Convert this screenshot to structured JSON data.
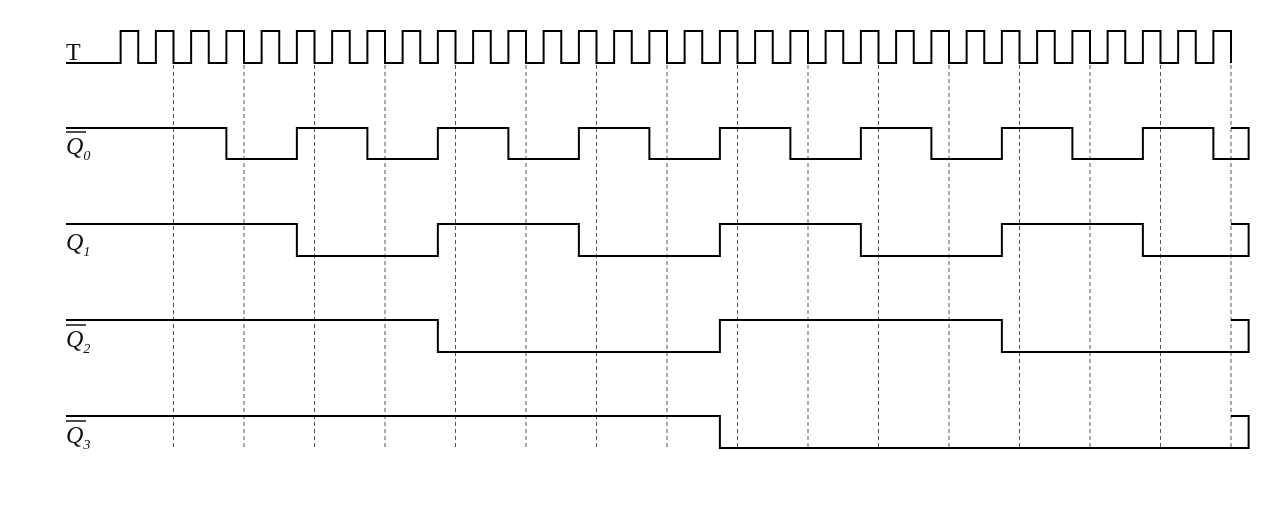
{
  "diagram": {
    "clock": {
      "label": "T",
      "bits": [
        0,
        1,
        0,
        1,
        0,
        1,
        0,
        1,
        0,
        1,
        0,
        1,
        0,
        1,
        0,
        1,
        0,
        1,
        0,
        1,
        0,
        1,
        0,
        1,
        0,
        1,
        0,
        1,
        0,
        1,
        0,
        1,
        0,
        1,
        0,
        1,
        0,
        1,
        0,
        1,
        0,
        1,
        0,
        1,
        0,
        1,
        0,
        1,
        0,
        1,
        0,
        1,
        0,
        1,
        0,
        1,
        0,
        1,
        0,
        1,
        0,
        1,
        0,
        1,
        0,
        0
      ]
    },
    "signals": [
      {
        "id": "q0",
        "label": "Q",
        "sub": "0",
        "overline": true,
        "bits": [
          1,
          1,
          1,
          1,
          1,
          1,
          1,
          0,
          0,
          0,
          0,
          1,
          1,
          1,
          1,
          0,
          0,
          0,
          0,
          1,
          1,
          1,
          1,
          0,
          0,
          0,
          0,
          1,
          1,
          1,
          1,
          0,
          0,
          0,
          0,
          1,
          1,
          1,
          1,
          0,
          0,
          0,
          0,
          1,
          1,
          1,
          1,
          0,
          0,
          0,
          0,
          1,
          1,
          1,
          1,
          0,
          0,
          0,
          0,
          1,
          1,
          1,
          1,
          0,
          0,
          1
        ]
      },
      {
        "id": "q1",
        "label": "Q",
        "sub": "1",
        "overline": false,
        "bits": [
          1,
          1,
          1,
          1,
          1,
          1,
          1,
          1,
          1,
          1,
          1,
          0,
          0,
          0,
          0,
          0,
          0,
          0,
          0,
          1,
          1,
          1,
          1,
          1,
          1,
          1,
          1,
          0,
          0,
          0,
          0,
          0,
          0,
          0,
          0,
          1,
          1,
          1,
          1,
          1,
          1,
          1,
          1,
          0,
          0,
          0,
          0,
          0,
          0,
          0,
          0,
          1,
          1,
          1,
          1,
          1,
          1,
          1,
          1,
          0,
          0,
          0,
          0,
          0,
          0,
          1
        ]
      },
      {
        "id": "q2",
        "label": "Q",
        "sub": "2",
        "overline": true,
        "bits": [
          1,
          1,
          1,
          1,
          1,
          1,
          1,
          1,
          1,
          1,
          1,
          1,
          1,
          1,
          1,
          1,
          1,
          1,
          1,
          0,
          0,
          0,
          0,
          0,
          0,
          0,
          0,
          0,
          0,
          0,
          0,
          0,
          0,
          0,
          0,
          1,
          1,
          1,
          1,
          1,
          1,
          1,
          1,
          1,
          1,
          1,
          1,
          1,
          1,
          1,
          1,
          0,
          0,
          0,
          0,
          0,
          0,
          0,
          0,
          0,
          0,
          0,
          0,
          0,
          0,
          1
        ]
      },
      {
        "id": "q3",
        "label": "Q",
        "sub": "3",
        "overline": true,
        "bits": [
          1,
          1,
          1,
          1,
          1,
          1,
          1,
          1,
          1,
          1,
          1,
          1,
          1,
          1,
          1,
          1,
          1,
          1,
          1,
          1,
          1,
          1,
          1,
          1,
          1,
          1,
          1,
          1,
          1,
          1,
          1,
          1,
          1,
          1,
          1,
          0,
          0,
          0,
          0,
          0,
          0,
          0,
          0,
          0,
          0,
          0,
          0,
          0,
          0,
          0,
          0,
          0,
          0,
          0,
          0,
          0,
          0,
          0,
          0,
          0,
          0,
          0,
          0,
          0,
          0,
          1
        ]
      }
    ]
  }
}
